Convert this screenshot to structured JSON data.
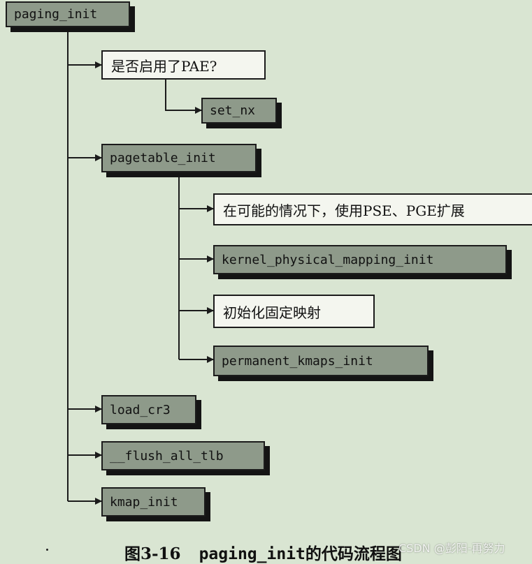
{
  "nodes": {
    "paging_init": "paging_init",
    "pae_check": "是否启用了PAE?",
    "set_nx": "set_nx",
    "pagetable_init": "pagetable_init",
    "pse_pge": "在可能的情况下，使用PSE、PGE扩展",
    "kernel_physical_mapping_init": "kernel_physical_mapping_init",
    "fixed_mapping": "初始化固定映射",
    "permanent_kmaps_init": "permanent_kmaps_init",
    "load_cr3": "load_cr3",
    "flush_all_tlb": "__flush_all_tlb",
    "kmap_init": "kmap_init"
  },
  "caption": {
    "number": "图3-16",
    "code_name": "paging_init",
    "suffix": "的代码流程图"
  },
  "watermark": "CSDN @彭阳-再努力",
  "colors": {
    "background": "#d9e5d2",
    "code_box": "#8e9a8a",
    "note_box": "#f4f6ef",
    "shadow": "#141414",
    "line": "#1b1b1b"
  }
}
